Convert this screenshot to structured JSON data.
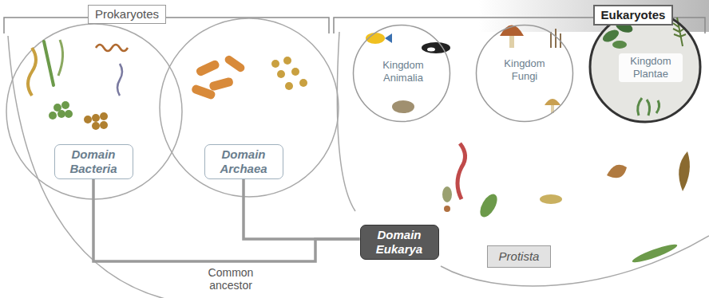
{
  "diagram": {
    "nodes": [
      {
        "text": [
          "Prokaryotes"
        ]
      },
      {
        "text": [
          "Eukaryotes"
        ]
      },
      {
        "text": [
          "Kingdom Animalia"
        ]
      },
      {
        "text": [
          "Kingdom Fungi"
        ]
      },
      {
        "text": [
          "Kingdom Plantae"
        ]
      },
      {
        "text": [
          "Domain Bacteria"
        ]
      },
      {
        "text": [
          "Domain Archaea"
        ]
      },
      {
        "text": [
          "Domain Eukarya"
        ]
      },
      {
        "text": [
          "Protista"
        ]
      }
    ],
    "edges": [
      {
        "from": 5,
        "to": 7,
        "arrow": "none"
      },
      {
        "from": 6,
        "to": 7,
        "arrow": "none"
      }
    ],
    "labels": [
      "Common ancestor"
    ]
  }
}
